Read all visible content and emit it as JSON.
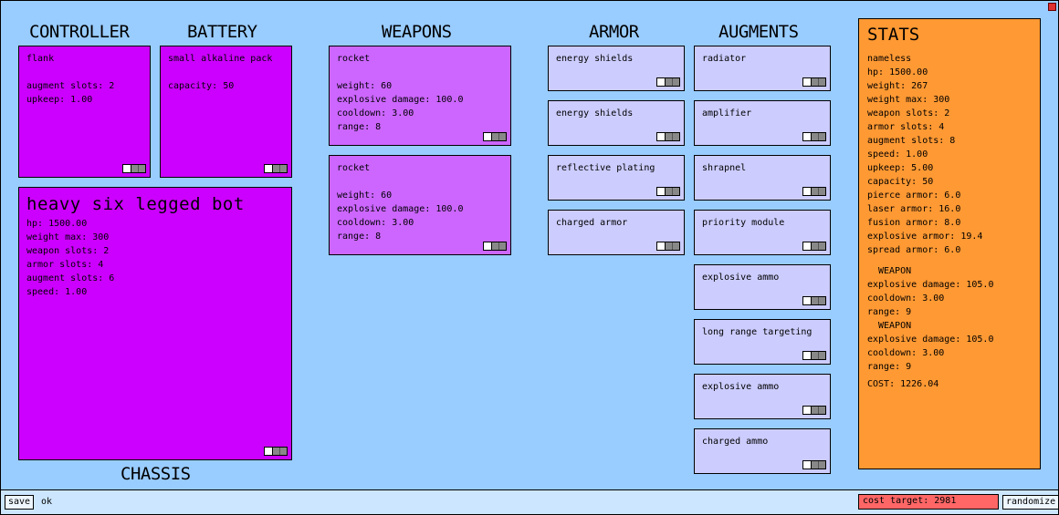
{
  "headings": {
    "controller": "CONTROLLER",
    "battery": "BATTERY",
    "weapons": "WEAPONS",
    "armor": "ARMOR",
    "augments": "AUGMENTS",
    "chassis": "CHASSIS"
  },
  "controller": {
    "lines": [
      "flank",
      "",
      "augment slots: 2",
      "upkeep: 1.00"
    ]
  },
  "battery": {
    "lines": [
      "small alkaline pack",
      "",
      "capacity: 50"
    ]
  },
  "chassis": {
    "name": "heavy six legged bot",
    "lines": [
      "hp: 1500.00",
      "weight max: 300",
      "weapon slots: 2",
      "armor slots: 4",
      "augment slots: 6",
      "speed: 1.00"
    ]
  },
  "weapons": [
    {
      "lines": [
        "rocket",
        "",
        "weight: 60",
        "explosive damage: 100.0",
        "cooldown: 3.00",
        "range: 8"
      ]
    },
    {
      "lines": [
        "rocket",
        "",
        "weight: 60",
        "explosive damage: 100.0",
        "cooldown: 3.00",
        "range: 8"
      ]
    }
  ],
  "armor": [
    {
      "name": "energy shields"
    },
    {
      "name": "energy shields"
    },
    {
      "name": "reflective plating"
    },
    {
      "name": "charged armor"
    }
  ],
  "augments": [
    {
      "name": "radiator"
    },
    {
      "name": "amplifier"
    },
    {
      "name": "shrapnel"
    },
    {
      "name": "priority module"
    },
    {
      "name": "explosive ammo"
    },
    {
      "name": "long range targeting"
    },
    {
      "name": "explosive ammo"
    },
    {
      "name": "charged ammo"
    }
  ],
  "stats": {
    "title": "STATS",
    "lines": [
      "nameless",
      "hp: 1500.00",
      "weight: 267",
      "weight max: 300",
      "weapon slots: 2",
      "armor slots: 4",
      "augment slots: 8",
      "speed: 1.00",
      "upkeep: 5.00",
      "capacity: 50",
      "pierce armor: 6.0",
      "laser armor: 16.0",
      "fusion armor: 8.0",
      "explosive armor: 19.4",
      "spread armor: 6.0"
    ],
    "weapon_blocks": [
      {
        "label": "WEAPON",
        "lines": [
          "explosive damage: 105.0",
          "cooldown: 3.00",
          "range: 9"
        ]
      },
      {
        "label": "WEAPON",
        "lines": [
          "explosive damage: 105.0",
          "cooldown: 3.00",
          "range: 9"
        ]
      }
    ],
    "cost": "COST: 1226.04"
  },
  "bottom": {
    "save_label": "save",
    "status": "ok",
    "cost_target": "cost target: 2981",
    "randomize_label": "randomize"
  },
  "colors": {
    "background": "#99ccff",
    "controller_panel": "#cc00ff",
    "weapon_panel": "#cc66ff",
    "item_panel": "#ccccff",
    "stats_panel": "#ff9933",
    "cost_target": "#ff6666"
  }
}
